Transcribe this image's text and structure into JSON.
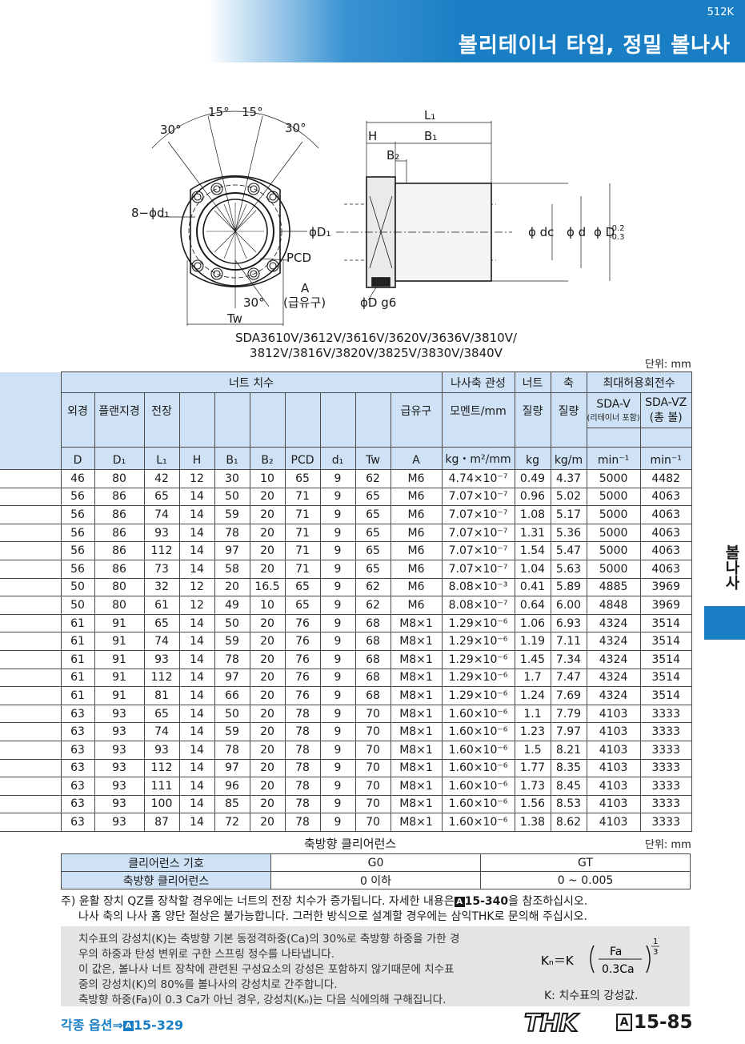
{
  "header": {
    "code": "512K",
    "title": "볼리테이너 타입, 정밀 볼나사"
  },
  "drawing_labels": {
    "angle_30_left": "30°",
    "angle_15_left": "15°",
    "angle_15_right": "15°",
    "angle_30_right": "30°",
    "holes": "8−ϕd₁",
    "d1": "ϕD₁",
    "pcd": "PCD",
    "a": "A",
    "grease": "(급유구)",
    "angle_30_bottom": "30°",
    "tw": "Tw",
    "dg6": "ϕD g6",
    "L1": "L₁",
    "H": "H",
    "B1": "B₁",
    "B2": "B₂",
    "dc": "ϕ dc",
    "d": "ϕ d",
    "D": "ϕ D",
    "D_tol_upper": "-0.2",
    "D_tol_lower": "-0.3"
  },
  "models_line1": "SDA3610V/3612V/3616V/3620V/3636V/3810V/",
  "models_line2": "3812V/3816V/3820V/3825V/3830V/3840V",
  "unit_label": "단위: mm",
  "table": {
    "group_headers": {
      "nut_dims": "너트 치수",
      "inertia": "나사축 관성",
      "nut": "너트",
      "shaft": "축",
      "max_rpm": "최대허용회전수"
    },
    "sub_headers": {
      "outer": "외경",
      "flange": "플랜지경",
      "length": "전장",
      "lube": "급유구",
      "moment": "모멘트/mm",
      "nut_mass": "질량",
      "shaft_mass": "질량",
      "sda_v": "SDA-V",
      "sda_v_note": "(리테이너 포함)",
      "sda_vz": "SDA-VZ",
      "sda_vz_note": "(총 볼)"
    },
    "symbols": [
      "D",
      "D₁",
      "L₁",
      "H",
      "B₁",
      "B₂",
      "PCD",
      "d₁",
      "Tw",
      "A",
      "kg・m²/mm",
      "kg",
      "kg/m",
      "min⁻¹",
      "min⁻¹"
    ],
    "rows": [
      [
        "46",
        "80",
        "42",
        "12",
        "30",
        "10",
        "65",
        "9",
        "62",
        "M6",
        "4.74×10⁻⁷",
        "0.49",
        "4.37",
        "5000",
        "4482"
      ],
      [
        "56",
        "86",
        "65",
        "14",
        "50",
        "20",
        "71",
        "9",
        "65",
        "M6",
        "7.07×10⁻⁷",
        "0.96",
        "5.02",
        "5000",
        "4063"
      ],
      [
        "56",
        "86",
        "74",
        "14",
        "59",
        "20",
        "71",
        "9",
        "65",
        "M6",
        "7.07×10⁻⁷",
        "1.08",
        "5.17",
        "5000",
        "4063"
      ],
      [
        "56",
        "86",
        "93",
        "14",
        "78",
        "20",
        "71",
        "9",
        "65",
        "M6",
        "7.07×10⁻⁷",
        "1.31",
        "5.36",
        "5000",
        "4063"
      ],
      [
        "56",
        "86",
        "112",
        "14",
        "97",
        "20",
        "71",
        "9",
        "65",
        "M6",
        "7.07×10⁻⁷",
        "1.54",
        "5.47",
        "5000",
        "4063"
      ],
      [
        "56",
        "86",
        "73",
        "14",
        "58",
        "20",
        "71",
        "9",
        "65",
        "M6",
        "7.07×10⁻⁷",
        "1.04",
        "5.63",
        "5000",
        "4063"
      ],
      [
        "50",
        "80",
        "32",
        "12",
        "20",
        "16.5",
        "65",
        "9",
        "62",
        "M6",
        "8.08×10⁻³",
        "0.41",
        "5.89",
        "4885",
        "3969"
      ],
      [
        "50",
        "80",
        "61",
        "12",
        "49",
        "10",
        "65",
        "9",
        "62",
        "M6",
        "8.08×10⁻⁷",
        "0.64",
        "6.00",
        "4848",
        "3969"
      ],
      [
        "61",
        "91",
        "65",
        "14",
        "50",
        "20",
        "76",
        "9",
        "68",
        "M8×1",
        "1.29×10⁻⁶",
        "1.06",
        "6.93",
        "4324",
        "3514"
      ],
      [
        "61",
        "91",
        "74",
        "14",
        "59",
        "20",
        "76",
        "9",
        "68",
        "M8×1",
        "1.29×10⁻⁶",
        "1.19",
        "7.11",
        "4324",
        "3514"
      ],
      [
        "61",
        "91",
        "93",
        "14",
        "78",
        "20",
        "76",
        "9",
        "68",
        "M8×1",
        "1.29×10⁻⁶",
        "1.45",
        "7.34",
        "4324",
        "3514"
      ],
      [
        "61",
        "91",
        "112",
        "14",
        "97",
        "20",
        "76",
        "9",
        "68",
        "M8×1",
        "1.29×10⁻⁶",
        "1.7",
        "7.47",
        "4324",
        "3514"
      ],
      [
        "61",
        "91",
        "81",
        "14",
        "66",
        "20",
        "76",
        "9",
        "68",
        "M8×1",
        "1.29×10⁻⁶",
        "1.24",
        "7.69",
        "4324",
        "3514"
      ],
      [
        "63",
        "93",
        "65",
        "14",
        "50",
        "20",
        "78",
        "9",
        "70",
        "M8×1",
        "1.60×10⁻⁶",
        "1.1",
        "7.79",
        "4103",
        "3333"
      ],
      [
        "63",
        "93",
        "74",
        "14",
        "59",
        "20",
        "78",
        "9",
        "70",
        "M8×1",
        "1.60×10⁻⁶",
        "1.23",
        "7.97",
        "4103",
        "3333"
      ],
      [
        "63",
        "93",
        "93",
        "14",
        "78",
        "20",
        "78",
        "9",
        "70",
        "M8×1",
        "1.60×10⁻⁶",
        "1.5",
        "8.21",
        "4103",
        "3333"
      ],
      [
        "63",
        "93",
        "112",
        "14",
        "97",
        "20",
        "78",
        "9",
        "70",
        "M8×1",
        "1.60×10⁻⁶",
        "1.77",
        "8.35",
        "4103",
        "3333"
      ],
      [
        "63",
        "93",
        "111",
        "14",
        "96",
        "20",
        "78",
        "9",
        "70",
        "M8×1",
        "1.60×10⁻⁶",
        "1.73",
        "8.45",
        "4103",
        "3333"
      ],
      [
        "63",
        "93",
        "100",
        "14",
        "85",
        "20",
        "78",
        "9",
        "70",
        "M8×1",
        "1.60×10⁻⁶",
        "1.56",
        "8.53",
        "4103",
        "3333"
      ],
      [
        "63",
        "93",
        "87",
        "14",
        "72",
        "20",
        "78",
        "9",
        "70",
        "M8×1",
        "1.60×10⁻⁶",
        "1.38",
        "8.62",
        "4103",
        "3333"
      ]
    ]
  },
  "side_tab": "볼나사",
  "clearance": {
    "caption": "축방향 클리어런스",
    "unit": "단위: mm",
    "row1": [
      "클리어런스 기호",
      "G0",
      "GT"
    ],
    "row2": [
      "축방향 클리어런스",
      "0 이하",
      "0 ~ 0.005"
    ]
  },
  "notes": {
    "n1_pre": "주) 윤활 장치 QZ를 장착할 경우에는 너트의 전장 치수가 증가됩니다. 자세한 내용은",
    "n1_ref": "15-340",
    "n1_post": "을 참조하십시오.",
    "n2": "나사 축의 나사 홈 양단 절상은 불가능합니다. 그러한 방식으로 설계할 경우에는 삼익THK로 문의해 주십시오."
  },
  "box": {
    "lines": [
      "치수표의 강성치(K)는 축방향 기본 동정격하중(Ca)의 30%로 축방향 하중을 가한 경",
      "우의 하중과 탄성 변위로 구한 스프링 정수를 나타냅니다.",
      "이 값은, 볼나사 너트 장착에 관련된 구성요소의 강성은 포함하지 않기때문에 치수표",
      "중의 강성치(K)의 80%를 볼나사의 강성치로 간주합니다.",
      "축방향 하중(Fa)이 0.3 Ca가 아닌 경우, 강성치(Kₙ)는 다음 식에의해 구해집니다."
    ],
    "formula": {
      "lhs": "Kₙ＝K",
      "num": "Fa",
      "den": "0.3Ca",
      "exp_num": "1",
      "exp_den": "3"
    },
    "k_desc": "K: 치수표의 강성값."
  },
  "footer": {
    "options": "각종 옵션⇒",
    "options_ref": "15-329",
    "mark": "A",
    "brand": "THK",
    "page": "15-85"
  }
}
